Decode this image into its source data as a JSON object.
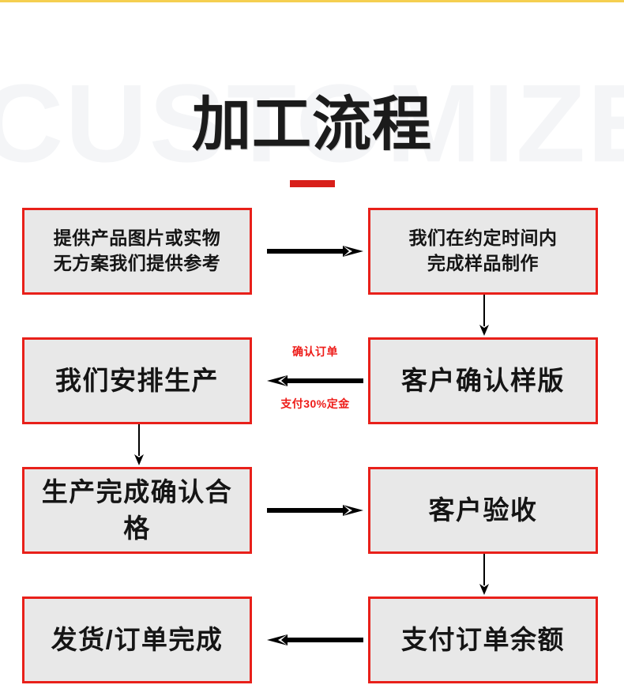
{
  "header": {
    "watermark": "CUSTOMIZE",
    "title": "加工流程",
    "accent_color": "#d81f1a",
    "top_rule_color": "#f5cf50"
  },
  "style": {
    "node_border_color": "#e8201a",
    "node_fill_color": "#e8e8e8",
    "arrow_color": "#000000",
    "note_color": "#ee1b18"
  },
  "flow": {
    "rows": [
      {
        "left": {
          "text": "提供产品图片或实物\n无方案我们提供参考",
          "lines": 2
        },
        "right": {
          "text": "我们在约定时间内\n完成样品制作",
          "lines": 2
        },
        "arrow": {
          "direction": "right",
          "note_above": "",
          "note_below": ""
        },
        "connector_after": "right"
      },
      {
        "left": {
          "text": "我们安排生产",
          "lines": 1
        },
        "right": {
          "text": "客户确认样版",
          "lines": 1
        },
        "arrow": {
          "direction": "left",
          "note_above": "确认订单",
          "note_below": "支付30%定金"
        },
        "connector_after": "left"
      },
      {
        "left": {
          "text": "生产完成确认合格",
          "lines": 1
        },
        "right": {
          "text": "客户验收",
          "lines": 1
        },
        "arrow": {
          "direction": "right",
          "note_above": "",
          "note_below": ""
        },
        "connector_after": "right"
      },
      {
        "left": {
          "text": "发货/订单完成",
          "lines": 1
        },
        "right": {
          "text": "支付订单余额",
          "lines": 1
        },
        "arrow": {
          "direction": "left",
          "note_above": "",
          "note_below": ""
        },
        "connector_after": "none"
      }
    ]
  }
}
